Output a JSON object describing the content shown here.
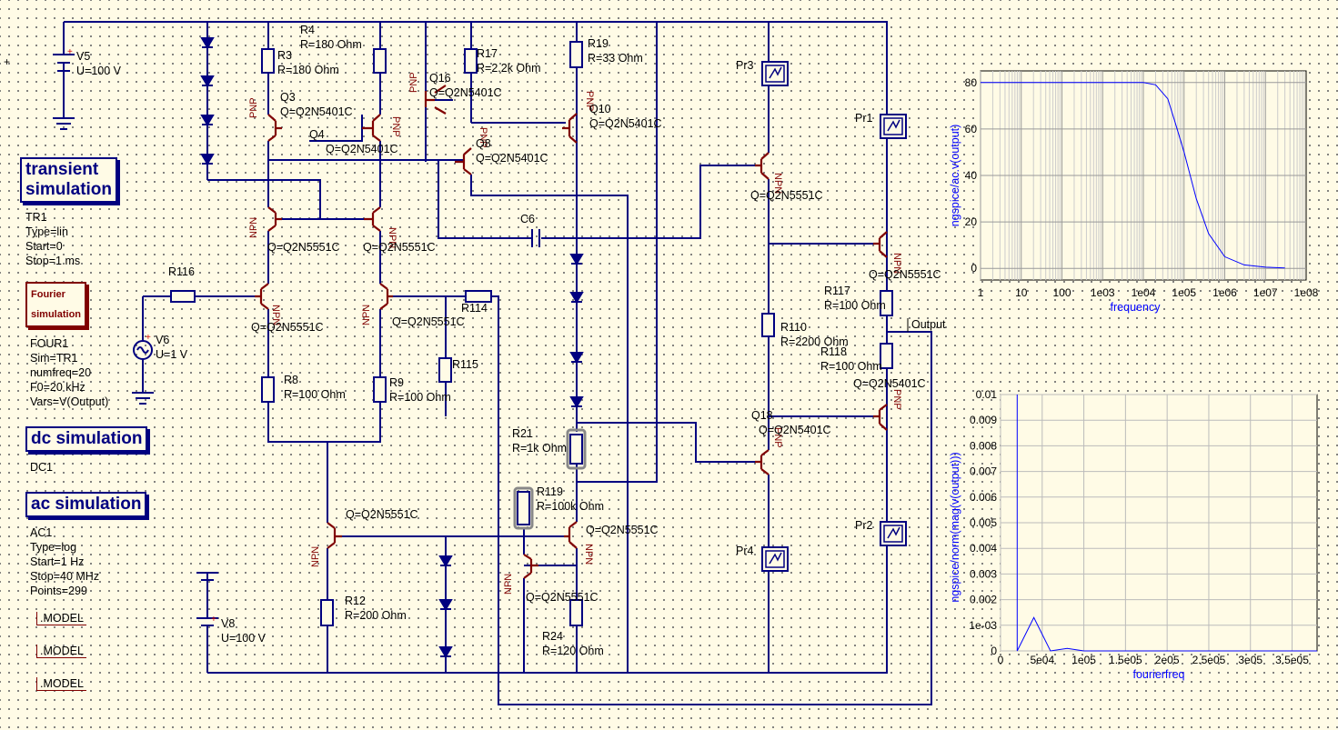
{
  "simulations": {
    "transient": {
      "title_line1": "transient",
      "title_line2": "simulation",
      "params": [
        "TR1",
        "Type=lin",
        "Start=0",
        "Stop=1 ms"
      ]
    },
    "fourier": {
      "title_line1": "Fourier",
      "title_line2": "simulation",
      "params": [
        "FOUR1",
        "Sim=TR1",
        "numfreq=20",
        "F0=20 kHz",
        "Vars=V(Output)"
      ]
    },
    "dc": {
      "title": "dc simulation",
      "params": [
        "DC1"
      ]
    },
    "ac": {
      "title": "ac simulation",
      "params": [
        "AC1",
        "Type=log",
        "Start=1 Hz",
        "Stop=40 MHz",
        "Points=299"
      ]
    }
  },
  "models": [
    ".MODEL",
    ".MODEL",
    ".MODEL"
  ],
  "components": {
    "V5": {
      "name": "V5",
      "value": "U=100 V"
    },
    "V6": {
      "name": "V6",
      "value": "U=1 V"
    },
    "V8": {
      "name": "V8",
      "value": "U=100 V"
    },
    "R3": {
      "name": "R3",
      "value": "R=180 Ohm"
    },
    "R4": {
      "name": "R4",
      "value": "R=180 Ohm"
    },
    "R17": {
      "name": "R17",
      "value": "R=2.2k Ohm"
    },
    "R19": {
      "name": "R19",
      "value": "R=33 Ohm"
    },
    "R116": {
      "name": "R116"
    },
    "R114": {
      "name": "R114"
    },
    "R115": {
      "name": "R115"
    },
    "R8": {
      "name": "R8",
      "value": "R=100 Ohm"
    },
    "R9": {
      "name": "R9",
      "value": "R=100 Ohm"
    },
    "R21": {
      "name": "R21",
      "value": "R=1k Ohm"
    },
    "R119": {
      "name": "R119",
      "value": "R=100k Ohm"
    },
    "R12": {
      "name": "R12",
      "value": "R=200 Ohm"
    },
    "R24": {
      "name": "R24",
      "value": "R=120 Ohm"
    },
    "R110": {
      "name": "R110",
      "value": "R=2200 Ohm"
    },
    "R117": {
      "name": "R117",
      "value": "R=100 Ohm"
    },
    "R118": {
      "name": "R118",
      "value": "R=100 Ohm"
    },
    "C6": {
      "name": "C6"
    },
    "Q3": {
      "name": "Q3",
      "value": "Q=Q2N5401C"
    },
    "Q4": {
      "name": "Q4",
      "value": "Q=Q2N5401C"
    },
    "Q16": {
      "name": "Q16",
      "value": "Q=Q2N5401C"
    },
    "Q10": {
      "name": "Q10",
      "value": "Q=Q2N5401C"
    },
    "Q8": {
      "name": "Q8",
      "value": "Q=Q2N5401C"
    },
    "Q18": {
      "name": "Q18",
      "value": "Q=Q2N5401C"
    },
    "Q19": {
      "value": "Q=Q2N5401C"
    },
    "npn_values": {
      "value": "Q=Q2N5551C"
    },
    "Pr1": {
      "name": "Pr1"
    },
    "Pr2": {
      "name": "Pr2"
    },
    "Pr3": {
      "name": "Pr3"
    },
    "Pr4": {
      "name": "Pr4"
    },
    "output_label": "Output",
    "pnp": "PNP",
    "npn": "NPN"
  },
  "ac_plot": {
    "ylabel": "ngspice/ac.v(output)",
    "xlabel": "frequency",
    "yticks": [
      "80",
      "60",
      "40",
      "20",
      "0"
    ],
    "xticks": [
      "1",
      "10",
      "100",
      "1e03",
      "1e04",
      "1e05",
      "1e06",
      "1e07",
      "1e08"
    ]
  },
  "fourier_plot": {
    "ylabel": "ngspice/norm(mag(v(output)))",
    "xlabel": "fourierfreq",
    "yticks": [
      "0.01",
      "0.009",
      "0.008",
      "0.007",
      "0.006",
      "0.005",
      "0.004",
      "0.003",
      "0.002",
      "1e-03",
      "0"
    ],
    "xticks": [
      "0",
      "5e04",
      "1e05",
      "1.5e05",
      "2e05",
      "2.5e05",
      "3e05",
      "3.5e05"
    ]
  },
  "chart_data": [
    {
      "type": "line",
      "xlabel": "frequency",
      "ylabel": "ngspice/ac.v(output)",
      "xscale": "log",
      "xlim": [
        1,
        100000000
      ],
      "ylim": [
        -5,
        85
      ],
      "grid": true,
      "x": [
        1,
        1000,
        10000,
        20000,
        40000,
        60000,
        100000,
        200000,
        400000,
        1000000,
        3000000,
        10000000,
        30000000
      ],
      "y": [
        80,
        80,
        80,
        79,
        73,
        63,
        50,
        30,
        15,
        5,
        1.5,
        0.5,
        0.2
      ]
    },
    {
      "type": "line",
      "xlabel": "fourierfreq",
      "ylabel": "ngspice/norm(mag(v(output)))",
      "xlim": [
        0,
        380000
      ],
      "ylim": [
        0,
        0.01
      ],
      "grid": true,
      "x": [
        20000,
        20000,
        40000,
        60000,
        80000,
        100000,
        120000,
        140000,
        160000,
        180000,
        200000,
        220000,
        240000,
        260000,
        280000,
        300000,
        320000,
        340000,
        360000,
        380000
      ],
      "y": [
        0.01,
        0,
        0.0013,
        0,
        0.0001,
        0,
        0,
        0,
        0,
        0,
        0,
        0,
        0,
        0,
        0,
        0,
        0,
        0,
        0,
        0
      ]
    }
  ]
}
